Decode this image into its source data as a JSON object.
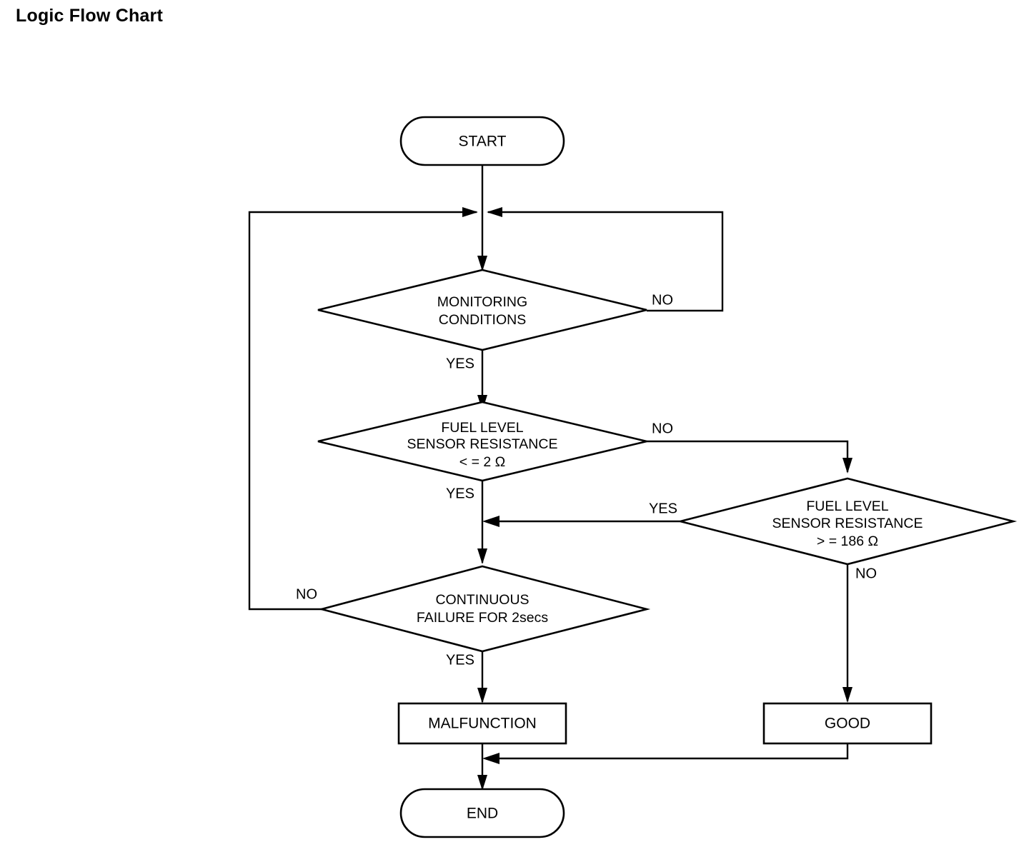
{
  "page": {
    "title": "Logic Flow Chart",
    "background_color": "#ffffff",
    "line_color": "#000000"
  },
  "chart_data": {
    "type": "diagram",
    "diagram_kind": "flowchart",
    "title": "Logic Flow Chart",
    "nodes": [
      {
        "id": "start",
        "shape": "terminator",
        "text": "START"
      },
      {
        "id": "monitoring",
        "shape": "decision",
        "text_line1": "MONITORING",
        "text_line2": "CONDITIONS",
        "text_line3": ""
      },
      {
        "id": "res_low",
        "shape": "decision",
        "text_line1": "FUEL LEVEL",
        "text_line2": "SENSOR RESISTANCE",
        "text_line3": "< = 2 Ω"
      },
      {
        "id": "res_high",
        "shape": "decision",
        "text_line1": "FUEL LEVEL",
        "text_line2": "SENSOR RESISTANCE",
        "text_line3": "> = 186 Ω"
      },
      {
        "id": "cont_fail",
        "shape": "decision",
        "text_line1": "CONTINUOUS",
        "text_line2": "FAILURE FOR 2secs",
        "text_line3": ""
      },
      {
        "id": "malfunction",
        "shape": "process",
        "text": "MALFUNCTION"
      },
      {
        "id": "good",
        "shape": "process",
        "text": "GOOD"
      },
      {
        "id": "end",
        "shape": "terminator",
        "text": "END"
      }
    ],
    "edges": [
      {
        "from": "start",
        "to": "monitoring",
        "label": ""
      },
      {
        "from": "monitoring",
        "to": "monitoring",
        "label": "NO",
        "note": "loops back to junction above monitoring"
      },
      {
        "from": "monitoring",
        "to": "res_low",
        "label": "YES"
      },
      {
        "from": "res_low",
        "to": "res_high",
        "label": "NO"
      },
      {
        "from": "res_low",
        "to": "cont_fail",
        "label": "YES"
      },
      {
        "from": "res_high",
        "to": "cont_fail",
        "label": "YES"
      },
      {
        "from": "res_high",
        "to": "good",
        "label": "NO"
      },
      {
        "from": "cont_fail",
        "to": "monitoring",
        "label": "NO",
        "note": "loops back to junction above monitoring"
      },
      {
        "from": "cont_fail",
        "to": "malfunction",
        "label": "YES"
      },
      {
        "from": "malfunction",
        "to": "end",
        "label": ""
      },
      {
        "from": "good",
        "to": "end",
        "label": ""
      }
    ]
  },
  "nodes": {
    "start": {
      "label": "START"
    },
    "monitoring": {
      "line1": "MONITORING",
      "line2": "CONDITIONS"
    },
    "resistance_low": {
      "line1": "FUEL LEVEL",
      "line2": "SENSOR RESISTANCE",
      "line3": "< = 2 Ω"
    },
    "resistance_high": {
      "line1": "FUEL LEVEL",
      "line2": "SENSOR RESISTANCE",
      "line3": "> = 186 Ω"
    },
    "continuous_failure": {
      "line1": "CONTINUOUS",
      "line2": "FAILURE FOR 2secs"
    },
    "malfunction": {
      "label": "MALFUNCTION"
    },
    "good": {
      "label": "GOOD"
    },
    "end": {
      "label": "END"
    }
  },
  "edge_labels": {
    "monitoring_no": "NO",
    "monitoring_yes": "YES",
    "res_low_no": "NO",
    "res_low_yes": "YES",
    "res_high_yes": "YES",
    "res_high_no": "NO",
    "cont_fail_no": "NO",
    "cont_fail_yes": "YES"
  }
}
